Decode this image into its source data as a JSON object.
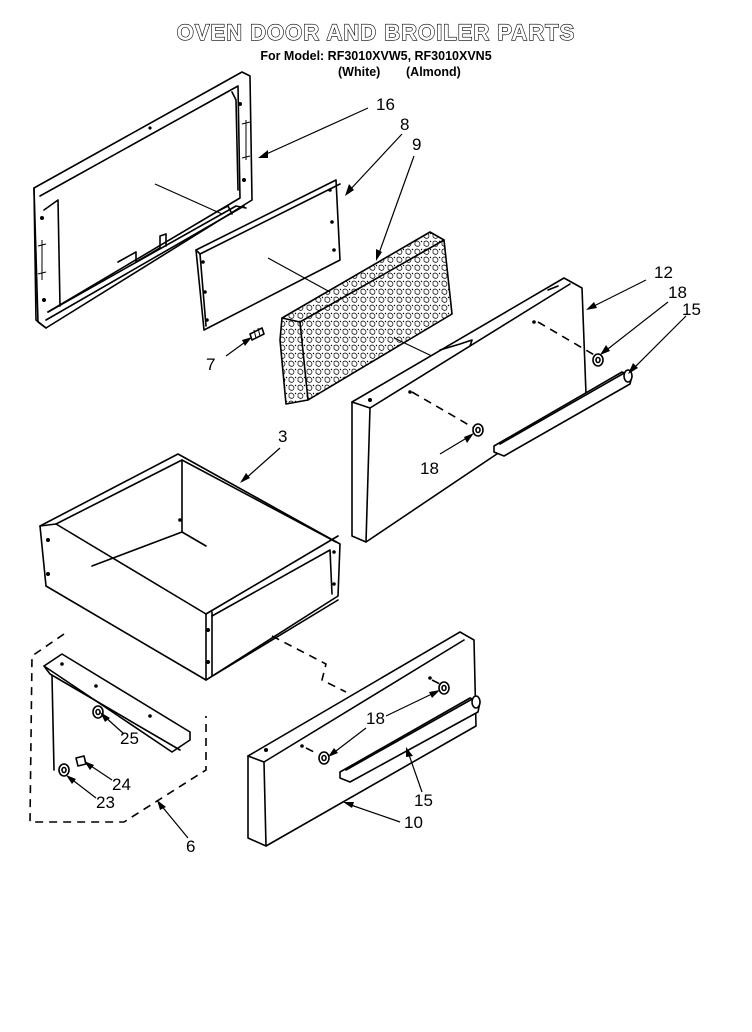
{
  "header": {
    "title": "OVEN DOOR AND BROILER PARTS",
    "subtitle": "For Model: RF3010XVW5, RF3010XVN5",
    "color_white": "(White)",
    "color_almond": "(Almond)"
  },
  "callouts": {
    "p16": "16",
    "p8": "8",
    "p9": "9",
    "p7": "7",
    "p12": "12",
    "p18a": "18",
    "p15a": "15",
    "p18b": "18",
    "p3": "3",
    "p25": "25",
    "p24": "24",
    "p23": "23",
    "p6": "6",
    "p18c": "18",
    "p15b": "15",
    "p10": "10"
  }
}
